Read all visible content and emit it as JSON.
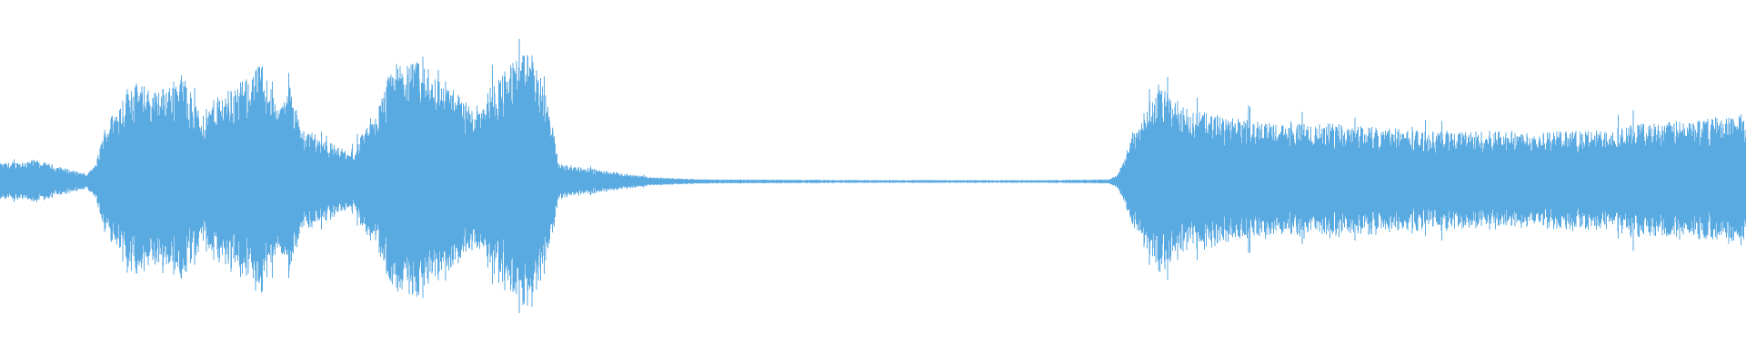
{
  "waveform": {
    "color": "#5aaae2",
    "background": "#ffffff",
    "amplitude_profile": [
      [
        0.0,
        0.05
      ],
      [
        0.02,
        0.06
      ],
      [
        0.035,
        0.04
      ],
      [
        0.05,
        0.02
      ],
      [
        0.055,
        0.05
      ],
      [
        0.06,
        0.15
      ],
      [
        0.075,
        0.28
      ],
      [
        0.09,
        0.25
      ],
      [
        0.105,
        0.3
      ],
      [
        0.115,
        0.18
      ],
      [
        0.125,
        0.24
      ],
      [
        0.14,
        0.28
      ],
      [
        0.15,
        0.33
      ],
      [
        0.16,
        0.2
      ],
      [
        0.167,
        0.28
      ],
      [
        0.172,
        0.15
      ],
      [
        0.185,
        0.12
      ],
      [
        0.2,
        0.08
      ],
      [
        0.215,
        0.18
      ],
      [
        0.225,
        0.33
      ],
      [
        0.24,
        0.33
      ],
      [
        0.258,
        0.27
      ],
      [
        0.27,
        0.2
      ],
      [
        0.28,
        0.26
      ],
      [
        0.295,
        0.34
      ],
      [
        0.305,
        0.36
      ],
      [
        0.315,
        0.2
      ],
      [
        0.32,
        0.05
      ],
      [
        0.34,
        0.035
      ],
      [
        0.36,
        0.02
      ],
      [
        0.375,
        0.012
      ],
      [
        0.4,
        0.006
      ],
      [
        0.5,
        0.004
      ],
      [
        0.6,
        0.004
      ],
      [
        0.635,
        0.006
      ],
      [
        0.64,
        0.02
      ],
      [
        0.645,
        0.08
      ],
      [
        0.655,
        0.2
      ],
      [
        0.665,
        0.26
      ],
      [
        0.68,
        0.2
      ],
      [
        0.7,
        0.18
      ],
      [
        0.73,
        0.16
      ],
      [
        0.76,
        0.16
      ],
      [
        0.79,
        0.15
      ],
      [
        0.82,
        0.14
      ],
      [
        0.85,
        0.14
      ],
      [
        0.88,
        0.14
      ],
      [
        0.91,
        0.14
      ],
      [
        0.94,
        0.16
      ],
      [
        0.97,
        0.17
      ],
      [
        1.0,
        0.19
      ]
    ]
  }
}
